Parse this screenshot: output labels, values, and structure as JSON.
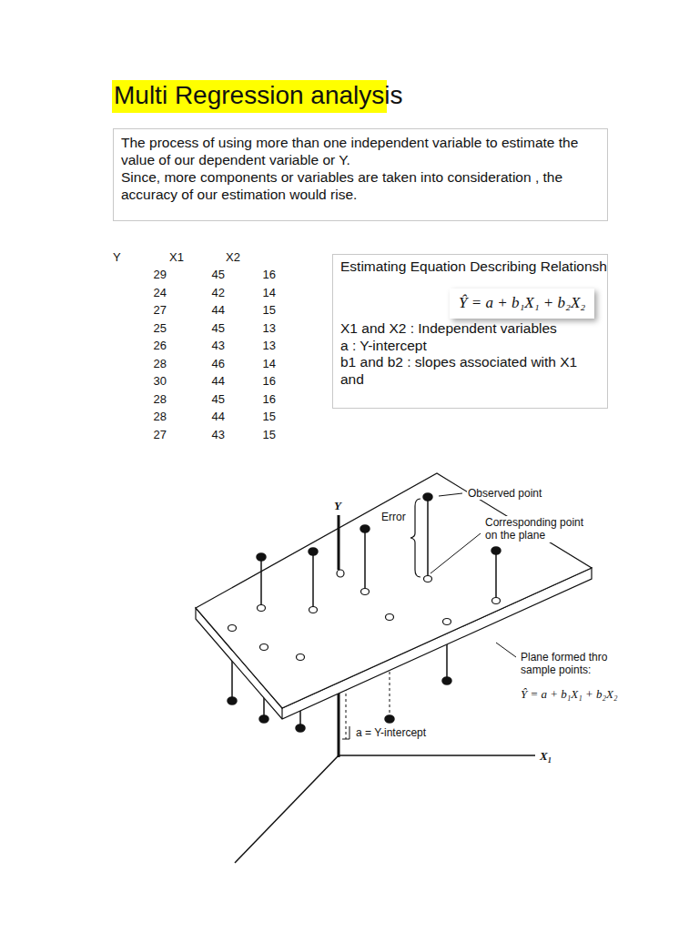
{
  "diagram": {
    "title": "Multi Regression analysis",
    "nodes": [
      {
        "text": [
          "The process of using more than one independent variable to estimate the value of our dependent variable or Y.",
          "Since, more components or variables are taken into consideration , the accuracy of our estimation would rise."
        ]
      },
      {
        "text": [
          "Estimating Equation Describing Relationsh",
          "Ŷ = a + b₁X₁ + b₂X₂",
          "X1 and X2 : Independent variables",
          "a : Y-intercept",
          "b1 and b2 : slopes associated with X1 and"
        ]
      }
    ],
    "labels": [
      "Y",
      "X1",
      "X2",
      "29",
      "45",
      "16",
      "24",
      "42",
      "14",
      "27",
      "44",
      "15",
      "25",
      "45",
      "13",
      "26",
      "43",
      "13",
      "28",
      "46",
      "14",
      "30",
      "44",
      "16",
      "28",
      "45",
      "16",
      "28",
      "44",
      "15",
      "27",
      "43",
      "15",
      "Observed point",
      "Error",
      "Corresponding point on the plane",
      "Plane formed thro sample points:",
      "Ŷ = a + b₁X₁ + b₂X₂",
      "a = Y-intercept",
      "Y",
      "X₁"
    ]
  }
}
